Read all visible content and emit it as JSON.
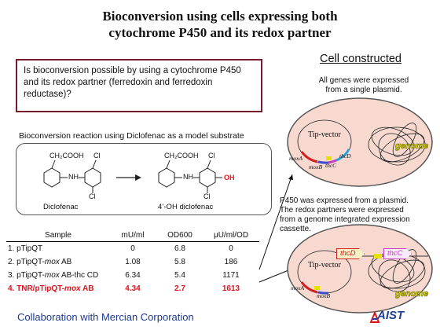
{
  "title": {
    "line1": "Bioconversion using cells expressing both",
    "line2": "cytochrome P450 and its redox partner"
  },
  "question": "Is bioconversion possible by using a cytochrome P450 and its redox partner (ferredoxin and ferredoxin reductase)?",
  "cell_constructed": {
    "heading": "Cell constructed",
    "note1_line1": "All genes were expressed",
    "note1_line2": "from a single plasmid.",
    "note2_line1": "P450 was expressed from a plasmid.",
    "note2_line2": "The redox partners were expressed",
    "note2_line3": "from a genome integrated expression",
    "note2_line4": "cassette.",
    "cell1": {
      "vector": "Tip-vector",
      "genome": "genome",
      "genes": [
        "moxA",
        "moxB",
        "thcC",
        "thcD"
      ]
    },
    "cell2": {
      "vector": "Tip-vector",
      "genome": "genome",
      "genes": [
        "moxA",
        "moxB"
      ],
      "cassette_genes": [
        "thcD",
        "thcC"
      ]
    }
  },
  "reaction": {
    "title": "Bioconversion reaction using Diclofenac as a model substrate",
    "substrate": {
      "name": "Diclofenac",
      "group_top": "CH₂COOH",
      "cl_top": "Cl",
      "nh": "NH",
      "cl_bottom": "Cl"
    },
    "product": {
      "name": "4’-OH diclofenac",
      "group_top": "CH₂COOH",
      "cl_top": "Cl",
      "nh": "NH",
      "cl_bottom": "Cl",
      "oh": "OH"
    }
  },
  "table": {
    "headers": [
      "Sample",
      "mU/ml",
      "OD600",
      "μU/ml/OD"
    ],
    "rows": [
      {
        "prefix": "1. pTipQT",
        "italic": "",
        "suffix": "",
        "mu": "0",
        "od": "6.8",
        "spec": "0",
        "highlight": false
      },
      {
        "prefix": "2. pTipQT-",
        "italic": "mox",
        "suffix": " AB",
        "mu": "1.08",
        "od": "5.8",
        "spec": "186",
        "highlight": false
      },
      {
        "prefix": "3. pTipQT-",
        "italic": "mox",
        "suffix": " AB-thc CD",
        "mu": "6.34",
        "od": "5.4",
        "spec": "1171",
        "highlight": false
      },
      {
        "prefix": "4. TNR/pTipQT-",
        "italic": "mox",
        "suffix": " AB",
        "mu": "4.34",
        "od": "2.7",
        "spec": "1613",
        "highlight": true
      }
    ]
  },
  "footer": {
    "collaboration": "Collaboration with Mercian Corporation",
    "logo": "AIST"
  },
  "colors": {
    "title_border": "#7a1b2b",
    "highlight": "#e0141e",
    "cell_fill": "#f7d9d0",
    "cell_border": "#555555",
    "footer_text": "#1c3a8f",
    "moxA": "#d42020",
    "moxB": "#3a4fd0",
    "thcC": "#c040c0",
    "thcD": "#2aa0d8",
    "genome_label": "#e8e000"
  }
}
